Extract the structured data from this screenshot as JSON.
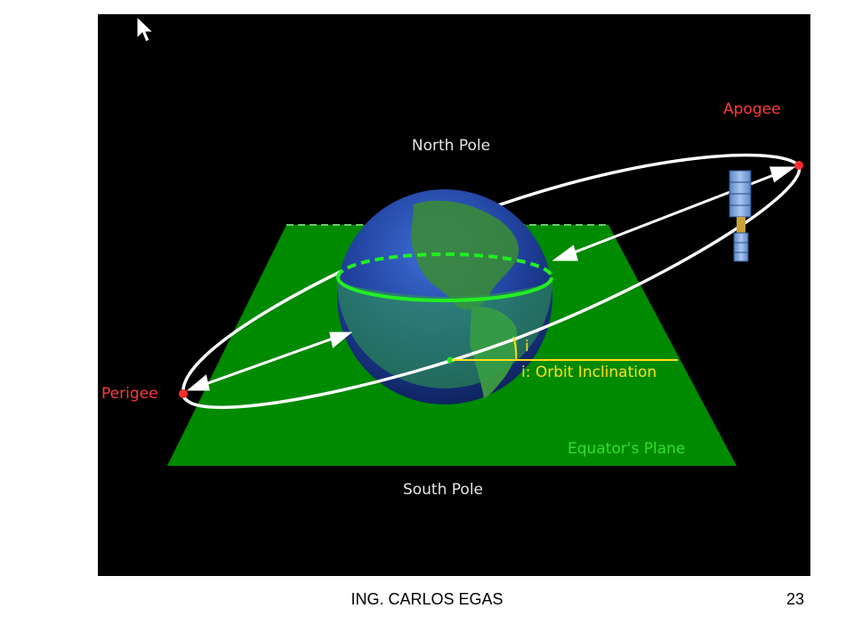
{
  "diagram": {
    "labels": {
      "north_pole": "North Pole",
      "south_pole": "South Pole",
      "apogee": "Apogee",
      "perigee": "Perigee",
      "inclination_symbol": "i",
      "inclination_caption": "i: Orbit Inclination",
      "equator_plane": "Equator's Plane"
    },
    "icons": {
      "cursor": "mouse-cursor-icon",
      "satellite": "satellite-icon"
    },
    "colors": {
      "background": "#000000",
      "plane": "#008000",
      "label_white": "#e6e6e6",
      "label_red": "#ff3b3b",
      "label_green": "#33dd33",
      "inclination": "#ffe01a",
      "orbit": "#ffffff",
      "equator": "#22ee22"
    }
  },
  "footer": {
    "author": "ING. CARLOS EGAS",
    "page_number": "23"
  }
}
